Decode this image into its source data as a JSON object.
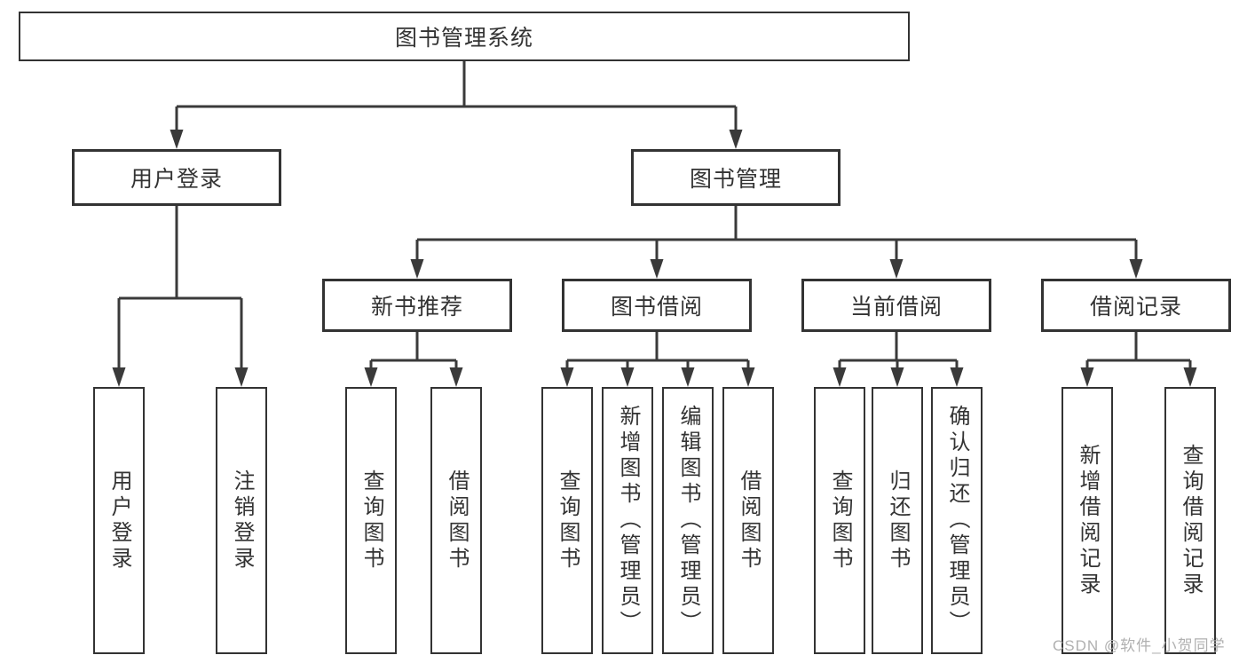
{
  "tree": {
    "root": {
      "label": "图书管理系统"
    },
    "branches": [
      {
        "label": "用户登录",
        "children": [
          {
            "label": "用户登录"
          },
          {
            "label": "注销登录"
          }
        ]
      },
      {
        "label": "图书管理",
        "children": [
          {
            "label": "新书推荐",
            "children": [
              {
                "label": "查询图书"
              },
              {
                "label": "借阅图书"
              }
            ]
          },
          {
            "label": "图书借阅",
            "children": [
              {
                "label": "查询图书"
              },
              {
                "label": "新增图书（管理员）"
              },
              {
                "label": "编辑图书（管理员）"
              },
              {
                "label": "借阅图书"
              }
            ]
          },
          {
            "label": "当前借阅",
            "children": [
              {
                "label": "查询图书"
              },
              {
                "label": "归还图书"
              },
              {
                "label": "确认归还（管理员）"
              }
            ]
          },
          {
            "label": "借阅记录",
            "children": [
              {
                "label": "新增借阅记录"
              },
              {
                "label": "查询借阅记录"
              }
            ]
          }
        ]
      }
    ]
  },
  "watermark": {
    "text": "CSDN @软件_小贺同学"
  },
  "colors": {
    "line": "#3a3a3a",
    "box_border": "#333333",
    "text": "#333333",
    "background": "#ffffff",
    "watermark": "#b0b0b0"
  }
}
